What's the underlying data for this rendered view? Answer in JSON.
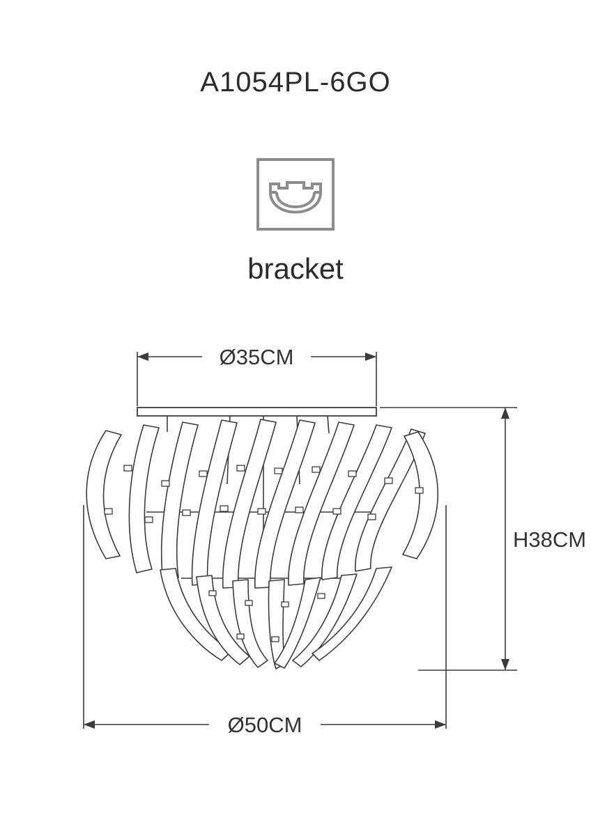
{
  "product": {
    "model": "A1054PL-6GO"
  },
  "bracket": {
    "label": "bracket"
  },
  "dimensions": {
    "top_diameter": "Ø35CM",
    "height": "H38CM",
    "bottom_diameter": "Ø50CM"
  },
  "figure": {
    "type_hint": "ceiling chandelier dimensional drawing"
  },
  "colors": {
    "line": "#3b3b3b",
    "icon_gray": "#8c8c8c",
    "text": "#2e2e2e",
    "background": "#ffffff"
  }
}
